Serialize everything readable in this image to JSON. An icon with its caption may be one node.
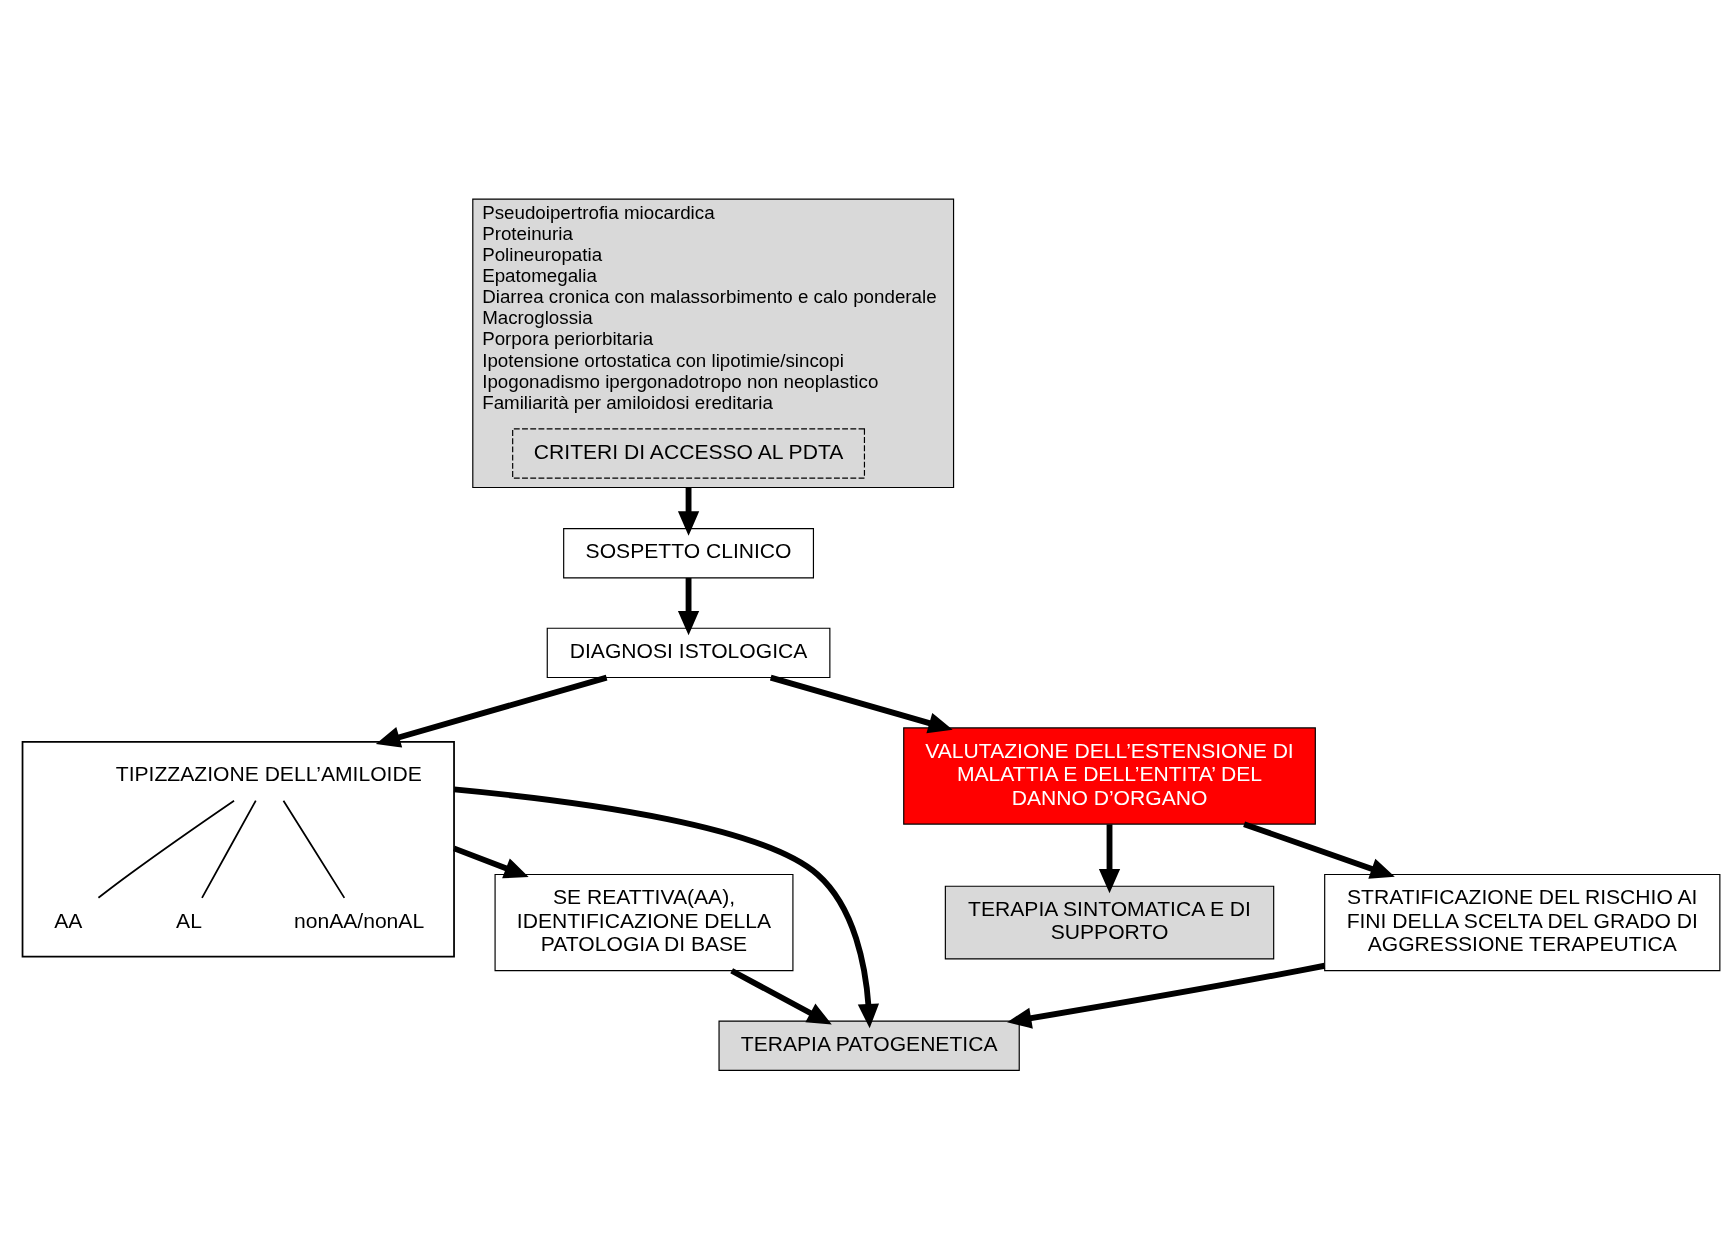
{
  "diagram": {
    "nodes": [
      {
        "text": [
          "SOSPETTO CLINICO"
        ]
      },
      {
        "text": [
          "Pseudoipertrofia miocardica",
          "Proteinuria",
          "Polineuropatia",
          "Epatomegalia",
          "Diarrea cronica con malassorbimento e calo ponderale",
          "Macroglossia",
          "Porpora periorbitaria",
          "Ipotensione ortostatica con lipotimie/sincopi",
          "Ipogonadismo ipergonadotropo non neoplastico",
          "Familiarità per amiloidosi ereditaria"
        ]
      },
      {
        "text": [
          "CRITERI DI ACCESSO AL PDTA"
        ],
        "in": 1
      },
      {
        "text": [
          "DIAGNOSI ISTOLOGICA"
        ]
      },
      {
        "text": [
          "VALUTAZIONE DELL’ESTENSIONE DI MALATTIA E DELL’ENTITA’ DEL DANNO D’ORGANO"
        ]
      },
      {
        "text": [
          "TERAPIA SINTOMATICA E DI SUPPORTO"
        ]
      },
      {
        "text": [],
        "shape": "box"
      },
      {
        "text": [
          "TIPIZZAZIONE DELL’AMILOIDE"
        ],
        "in": 6
      },
      {
        "text": [
          "AA"
        ],
        "in": 6
      },
      {
        "text": [
          "AL"
        ],
        "in": 6
      },
      {
        "text": [
          "nonAA/nonAL"
        ],
        "in": 6
      },
      {
        "text": [
          "SE REATTIVA(AA), IDENTIFICAZIONE DELLA PATOLOGIA DI BASE"
        ]
      },
      {
        "text": [
          "STRATIFICAZIONE DEL RISCHIO AI FINI DELLA SCELTA DEL GRADO DI AGGRESSIONE TERAPEUTICA"
        ]
      },
      {
        "text": [
          "TERAPIA PATOGENETICA"
        ]
      }
    ],
    "edges": [
      {
        "from": 1,
        "to": 0,
        "arrow": "to"
      },
      {
        "from": 0,
        "to": 3,
        "arrow": "to"
      },
      {
        "from": 3,
        "to": 4,
        "arrow": "to"
      },
      {
        "from": 4,
        "to": 5,
        "arrow": "to"
      },
      {
        "from": 3,
        "to": 6,
        "arrow": "to"
      },
      {
        "from": 7,
        "to": 8,
        "arrow": "none"
      },
      {
        "from": 7,
        "to": 9,
        "arrow": "none"
      },
      {
        "from": 7,
        "to": 10,
        "arrow": "none"
      },
      {
        "from": 4,
        "to": 12,
        "arrow": "to"
      },
      {
        "from": 6,
        "to": 11,
        "arrow": "to"
      },
      {
        "from": 6,
        "to": 13,
        "arrow": "to"
      },
      {
        "from": 12,
        "to": 13,
        "arrow": "to"
      },
      {
        "from": 11,
        "to": 13,
        "arrow": "to"
      }
    ]
  }
}
